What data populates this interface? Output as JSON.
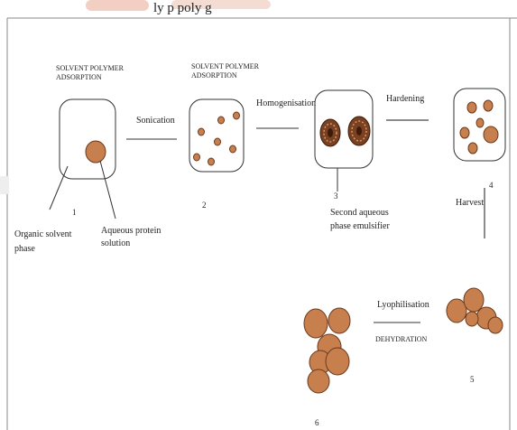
{
  "header": {
    "visible_text": "ly p                  poly        g"
  },
  "labels": {
    "step1_title": [
      "SOLVENT POLYMER",
      "ADSORPTION"
    ],
    "step2_title": [
      "SOLVENT POLYMER",
      "ADSORPTION"
    ],
    "sonication": "Sonication",
    "homogenisation": "Homogenisation",
    "hardening": "Hardening",
    "harvest": "Harvest",
    "lyophilisation": "Lyophilisation",
    "dehydration": "DEHYDRATION",
    "organic_solvent": [
      "Organic solvent",
      "phase"
    ],
    "aqueous_protein": [
      "Aqueous protein",
      "solution"
    ],
    "second_aqueous": [
      "Second aqueous",
      "phase emulsifier"
    ]
  },
  "step_numbers": [
    "1",
    "2",
    "3",
    "4",
    "5",
    "6"
  ],
  "colors": {
    "particle_fill": "#c87f4e",
    "particle_stroke": "#6b3a1c",
    "line": "#555555",
    "header_accent": "#e8b8a8"
  }
}
